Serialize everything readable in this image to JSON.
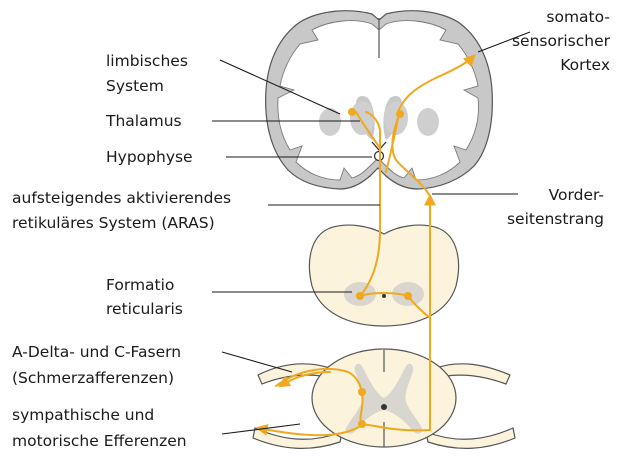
{
  "labels": {
    "limbic_1": "limbisches",
    "limbic_2": "System",
    "thalamus": "Thalamus",
    "hypophyse": "Hypophyse",
    "aras_1": "aufsteigendes aktivierendes",
    "aras_2": "retikuläres System (ARAS)",
    "formatio_1": "Formatio",
    "formatio_2": "reticularis",
    "fibers_1": "A-Delta- und C-Fasern",
    "fibers_2": "(Schmerzafferenzen)",
    "efferent_1": "sympathische und",
    "efferent_2": "motorische Efferenzen",
    "cortex_1": "somato-",
    "cortex_2": "sensorischer",
    "cortex_3": "Kortex",
    "tract_1": "Vorder-",
    "tract_2": "seitenstrang"
  },
  "colors": {
    "pathway": "#f0a81e",
    "tissue": "#fbf3dc",
    "gray_matter": "#d9d6cf",
    "brain_gray": "#c8c8c8",
    "outline": "#555555"
  }
}
